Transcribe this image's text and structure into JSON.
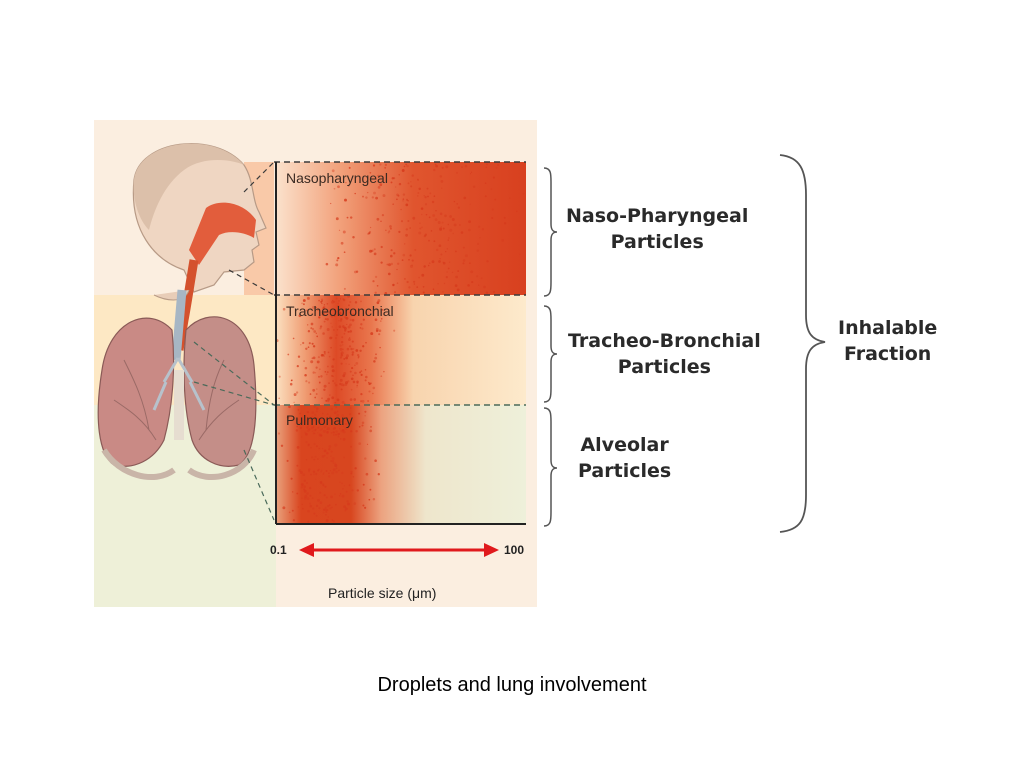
{
  "figure": {
    "regions": [
      {
        "label": "Nasopharyngeal"
      },
      {
        "label": "Tracheobronchial"
      },
      {
        "label": "Pulmonary"
      }
    ],
    "axis": {
      "min_label": "0.1",
      "max_label": "100",
      "title": "Particle size (μm)"
    },
    "colors": {
      "particle": "#d63a1c",
      "arrow": "#e0191c",
      "naso_bg": "#f9c9a8",
      "tracheo_bg": "#fde8c4",
      "pulmonary_bg": "#edf0d8"
    }
  },
  "brackets": [
    {
      "line1": "Naso-Pharyngeal",
      "line2": "Particles"
    },
    {
      "line1": "Tracheo-Bronchial",
      "line2": "Particles"
    },
    {
      "line1": "Alveolar",
      "line2": "Particles"
    }
  ],
  "outer_bracket": {
    "line1": "Inhalable",
    "line2": "Fraction"
  },
  "caption": "Droplets and lung involvement"
}
